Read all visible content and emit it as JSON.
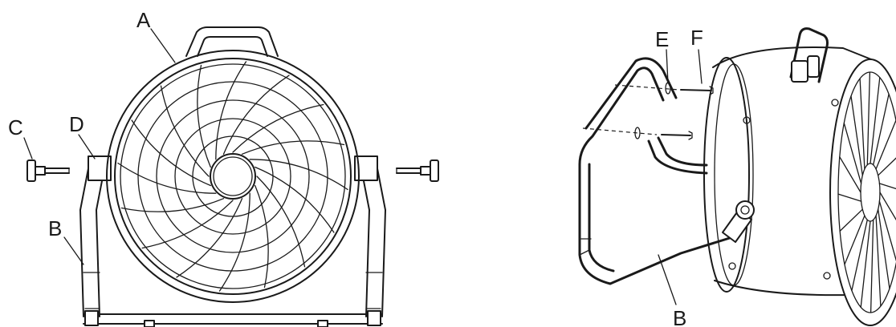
{
  "labels": {
    "a": "A",
    "b_left": "B",
    "c": "C",
    "d": "D",
    "e": "E",
    "f": "F",
    "b_right": "B"
  }
}
